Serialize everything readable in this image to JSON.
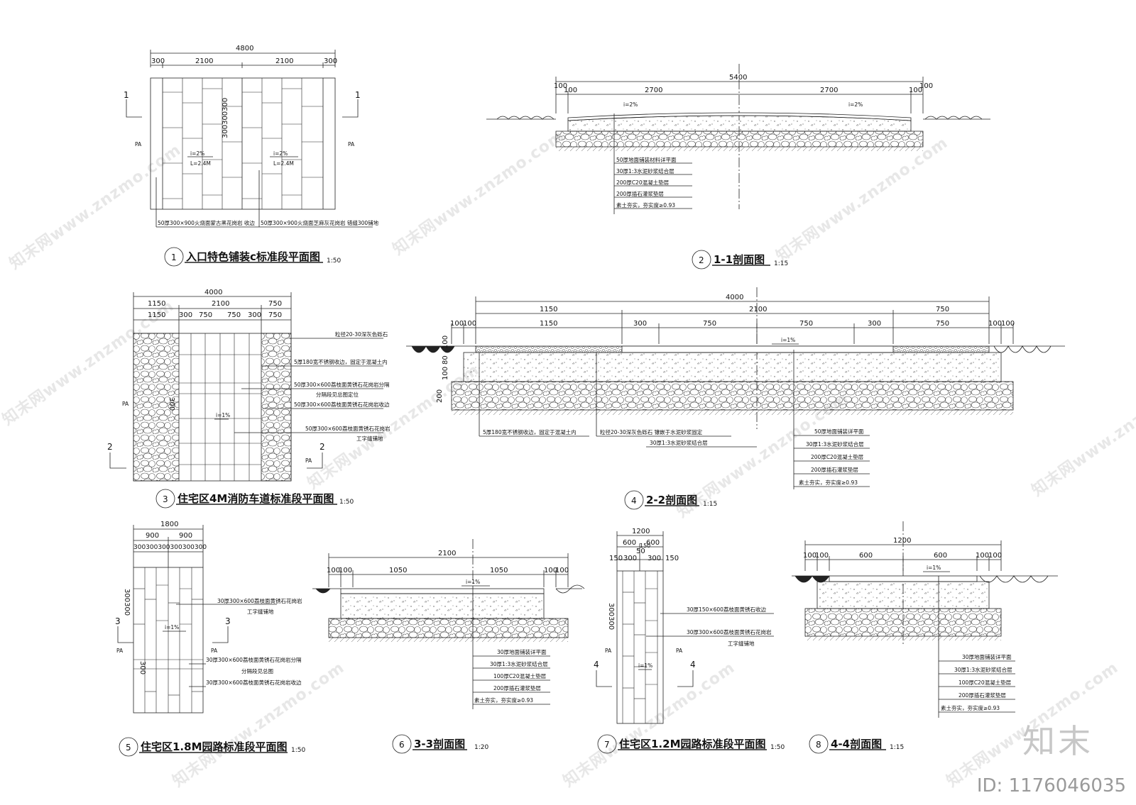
{
  "drawings": {
    "d1": {
      "num": "1",
      "title": "入口特色铺装c标准段平面图",
      "scale": "1:50",
      "dims": [
        "4800",
        "300",
        "2100",
        "2100",
        "300"
      ],
      "sect": [
        "1",
        "1"
      ],
      "pa_left": "PA",
      "pa_right": "PA",
      "vdim": "300300300",
      "slope_a": "i=2%",
      "len_a": "L=2.4M",
      "slope_b": "i=2%",
      "len_b": "L=2.4M",
      "note_a": "50厚300×900火烧面蒙古黑花岗岩 收边",
      "note_b": "50厚300×900火烧面芝麻灰花岗岩 错缝300铺地"
    },
    "d2": {
      "num": "2",
      "title": "1-1剖面图",
      "scale": "1:15",
      "dims": [
        "5400",
        "100",
        "100",
        "2700",
        "2700",
        "100",
        "100"
      ],
      "slope_l": "i=2%",
      "slope_r": "i=2%",
      "layers": [
        "50厚地面铺装材料详平面",
        "30厚1:3水泥砂浆结合层",
        "200厚C20混凝土垫层",
        "200厚插石灌浆垫层",
        "素土夯实，夯实度≥0.93"
      ]
    },
    "d3": {
      "num": "3",
      "title": "住宅区4M消防车道标准段平面图",
      "scale": "1:50",
      "dims_top": [
        "4000"
      ],
      "dims_mid": [
        "1150",
        "2100",
        "750"
      ],
      "dims_bot": [
        "1150",
        "300",
        "750",
        "750",
        "300",
        "750"
      ],
      "sect": [
        "2",
        "2"
      ],
      "pa_left": "PA",
      "pa_right": "PA",
      "vdim": "300",
      "slope": "i=1%",
      "notes": [
        "粒径20-30深灰色砾石",
        "5厚180宽不锈钢收边，固定于混凝土内",
        "50厚300×600荔枝面黄锈石花岗岩分隔",
        "分隔段见总图定位",
        "50厚300×600荔枝面黄锈石花岗岩收边",
        "50厚300×600荔枝面黄锈石花岗岩",
        "工字缝铺地"
      ]
    },
    "d4": {
      "num": "4",
      "title": "2-2剖面图",
      "scale": "1:15",
      "dims_top": [
        "4000"
      ],
      "dims_mid": [
        "1150",
        "2100",
        "750"
      ],
      "dims_bot": [
        "100",
        "100",
        "1150",
        "300",
        "750",
        "750",
        "300",
        "750",
        "100",
        "100"
      ],
      "vdims": [
        "100",
        "100",
        "80",
        "200"
      ],
      "slope": "i=1%",
      "notes_bottom": [
        "5厚180宽不锈钢收边，固定于混凝土内",
        "粒径20-30深灰色砾石 镶嵌于水泥砂浆固定",
        "30厚1:3水泥砂浆结合层"
      ],
      "layers": [
        "50厚地面铺装详平面",
        "30厚1:3水泥砂浆结合层",
        "200厚C20混凝土垫层",
        "200厚插石灌浆垫层",
        "素土夯实，夯实度≥0.93"
      ]
    },
    "d5": {
      "num": "5",
      "title": "住宅区1.8M园路标准段平面图",
      "scale": "1:50",
      "dims": [
        "1800",
        "900",
        "900",
        "300300300300300300"
      ],
      "sect": [
        "3",
        "3"
      ],
      "pa_left": "PA",
      "pa_right": "PA",
      "vdim_a": "300300",
      "vdim_b": "300",
      "slope": "i=1%",
      "notes": [
        "30厚300×600荔枝面黄锈石花岗岩",
        "工字缝铺地",
        "30厚300×600荔枝面黄锈石花岗岩分隔",
        "分隔段见总图",
        "30厚300×600荔枝面黄锈石花岗岩收边"
      ]
    },
    "d6": {
      "num": "6",
      "title": "3-3剖面图",
      "scale": "1:20",
      "dims": [
        "2100",
        "100",
        "100",
        "1050",
        "1050",
        "100",
        "100"
      ],
      "slope": "i=1%",
      "layers": [
        "30厚地面铺装详平面",
        "30厚1:3水泥砂浆结合层",
        "100厚C20混凝土垫层",
        "200厚插石灌浆垫层",
        "素土夯实，夯实度≥0.93"
      ]
    },
    "d7": {
      "num": "7",
      "title": "住宅区1.2M园路标准段平面图",
      "scale": "1:50",
      "dims": [
        "1200",
        "600",
        "600",
        "150",
        "150",
        "300",
        "50",
        "300",
        "150"
      ],
      "sect": [
        "4",
        "4"
      ],
      "pa_left": "PA",
      "pa_right": "PA",
      "vdim": "300300",
      "slope": "i=1%",
      "notes": [
        "30厚150×600荔枝面黄锈石收边",
        "30厚300×600荔枝面黄锈石花岗岩",
        "工字缝铺地"
      ]
    },
    "d8": {
      "num": "8",
      "title": "4-4剖面图",
      "scale": "1:15",
      "dims": [
        "1200",
        "100",
        "100",
        "600",
        "600",
        "100",
        "100"
      ],
      "slope": "i=1%",
      "layers": [
        "30厚地面铺装详平面",
        "30厚1:3水泥砂浆结合层",
        "100厚C20混凝土垫层",
        "200厚插石灌浆垫层",
        "素土夯实，夯实度≥0.93"
      ]
    }
  },
  "watermark": {
    "text": "知末网www.znzmo.com",
    "logo": "知末",
    "id": "ID: 1176046035"
  }
}
